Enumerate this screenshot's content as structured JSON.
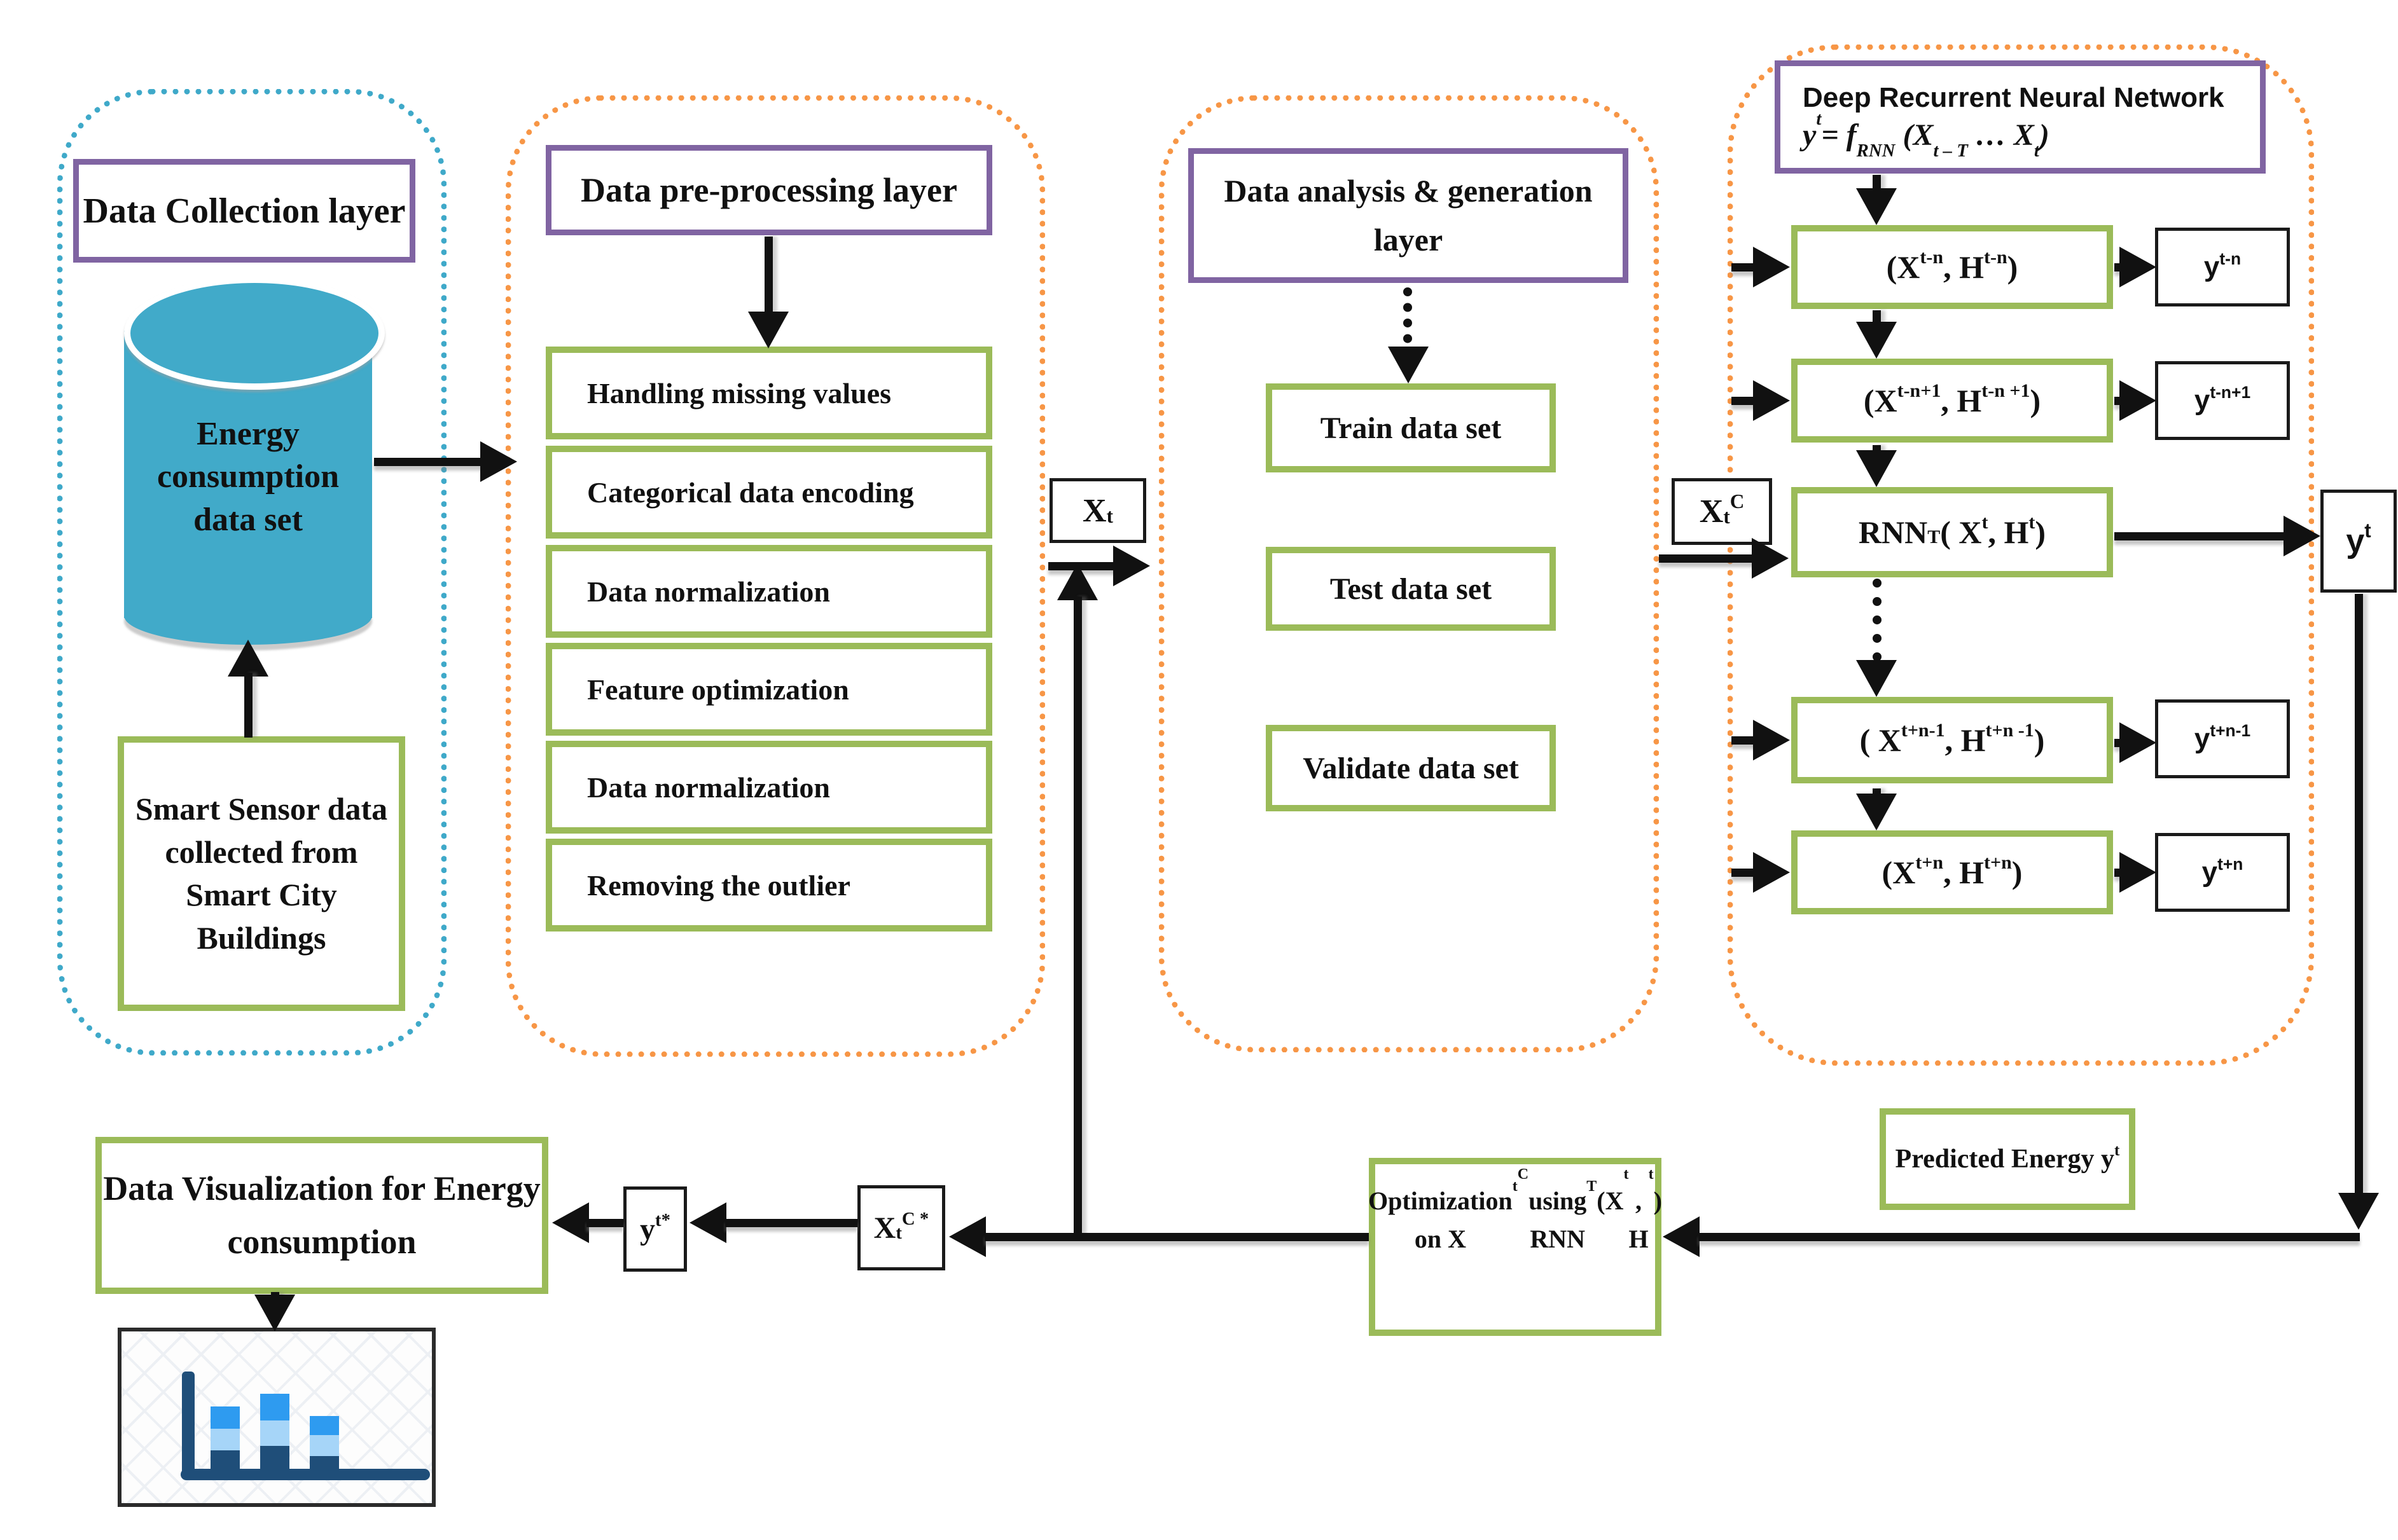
{
  "sections": {
    "collection": {
      "title": "Data Collection layer",
      "cylinder_label": "Energy consumption data set",
      "cylinder_icon": "database-cylinder-icon",
      "sensor_box": "Smart Sensor data collected from Smart City Buildings"
    },
    "preprocessing": {
      "title": "Data pre-processing layer",
      "steps": [
        "Handling missing values",
        "Categorical data encoding",
        "Data normalization",
        "Feature optimization",
        "Data normalization",
        "Removing the outlier"
      ]
    },
    "analysis": {
      "title": "Data analysis & generation layer",
      "datasets": [
        "Train data set",
        "Test data set",
        "Validate data set"
      ]
    },
    "rnn": {
      "title": "Deep Recurrent Neural Network",
      "formula": "y^{t}= f_{RNN} (X_{t – T} … X_{t})",
      "rows": [
        {
          "pair": "(X^{t-n} , H^{t-n} )",
          "out": "y^{t-n}"
        },
        {
          "pair": "(X^{t-n+1} , H^{t-n +1})",
          "out": "y^{t-n+1}"
        },
        {
          "pair": "RNN_{T}( X^{t} , H^{t} )",
          "out": "y^{t}"
        },
        {
          "pair": "( X^{t+n-1}, H^{t+n -1})",
          "out": "y^{t+n-1}"
        },
        {
          "pair": "(X^{t+n}, H^{t+n})",
          "out": "y^{t+n}"
        }
      ]
    }
  },
  "labels": {
    "xt": "X_{t}",
    "xtc": "X_{t}^{C}",
    "yt": "y^{t}",
    "yt_star": "y^{t*}",
    "xtc_star": "X_{t}^{C *}"
  },
  "bottom": {
    "predicted": "Predicted Energy y^{t}",
    "optimization": "Optimization on X_{t}^{C} using RNN_{T} (X^{t} , H^{t})",
    "visualization": "Data Visualization for Energy consumption",
    "chart_icon": "stacked-bar-chart-icon"
  },
  "colors": {
    "section_blue": "#3FA9C9",
    "section_orange": "#F79646",
    "purple_border": "#8064A2",
    "green_border": "#9BBB59",
    "cylinder_teal": "#41AAC9",
    "bar_navy": "#1F4E79",
    "bar_blue": "#2E9BF0",
    "bar_light_blue": "#A6D5F8",
    "arrow_black": "#111111"
  }
}
